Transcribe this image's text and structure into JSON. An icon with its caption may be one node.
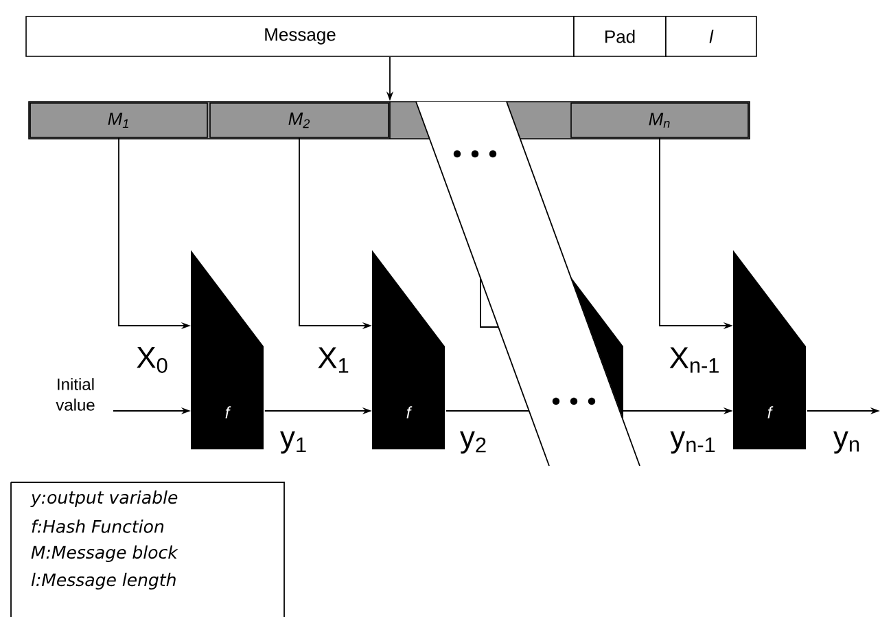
{
  "diagram": {
    "nodes": [
      {
        "text": [
          "Message"
        ]
      },
      {
        "text": [
          "Pad"
        ]
      },
      {
        "text": [
          "l"
        ]
      },
      {
        "text": [],
        "shape": "bar"
      },
      {
        "text": [
          "M$_{1}$"
        ],
        "in": 3
      },
      {
        "text": [
          "M$_{2}$"
        ],
        "in": 3
      },
      {
        "text": [
          "M$_{n}$"
        ],
        "in": 3
      },
      {
        "text": [
          "Initial value"
        ]
      },
      {
        "text": [
          "f"
        ]
      },
      {
        "text": [
          "f"
        ]
      },
      {
        "text": [
          "f"
        ]
      }
    ],
    "edges": [
      {
        "from": 0,
        "to": 3,
        "arrow": "to"
      },
      {
        "from": 4,
        "to": 8,
        "arrow": "to",
        "label": "X$_{0}$"
      },
      {
        "from": 5,
        "to": 9,
        "arrow": "to",
        "label": "X$_{1}$"
      },
      {
        "from": 6,
        "to": 10,
        "arrow": "to",
        "label": "X$_{n-1}$"
      },
      {
        "from": 7,
        "to": 8,
        "arrow": "to"
      },
      {
        "from": 8,
        "to": 9,
        "arrow": "to",
        "label": "y$_{1}$"
      },
      {
        "from": 9,
        "to": null,
        "arrow": "none",
        "label": "y$_{2}$"
      },
      {
        "from": null,
        "to": 10,
        "arrow": "to",
        "label": "y$_{n-1}$"
      },
      {
        "from": 10,
        "to": null,
        "arrow": "to",
        "label": "y$_{n}$"
      }
    ],
    "labels": [
      "y:output variable",
      "f:Hash Function",
      "M:Message block",
      "l:Message length"
    ]
  }
}
